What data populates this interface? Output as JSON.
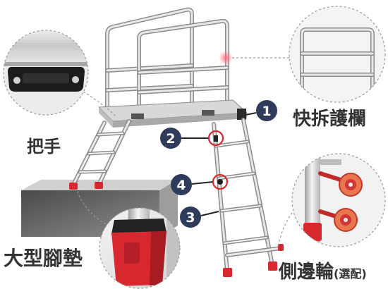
{
  "labels": {
    "handle": "把手",
    "guardrail": "快拆護欄",
    "foot_pad": "大型腳墊",
    "side_wheels": "側邊輪",
    "side_wheels_optional": "(選配)"
  },
  "markers": {
    "m1": "1",
    "m2": "2",
    "m3": "3",
    "m4": "4"
  },
  "colors": {
    "marker": "#2f3b5a",
    "accent_red": "#d8282f",
    "label_text": "#333333"
  }
}
